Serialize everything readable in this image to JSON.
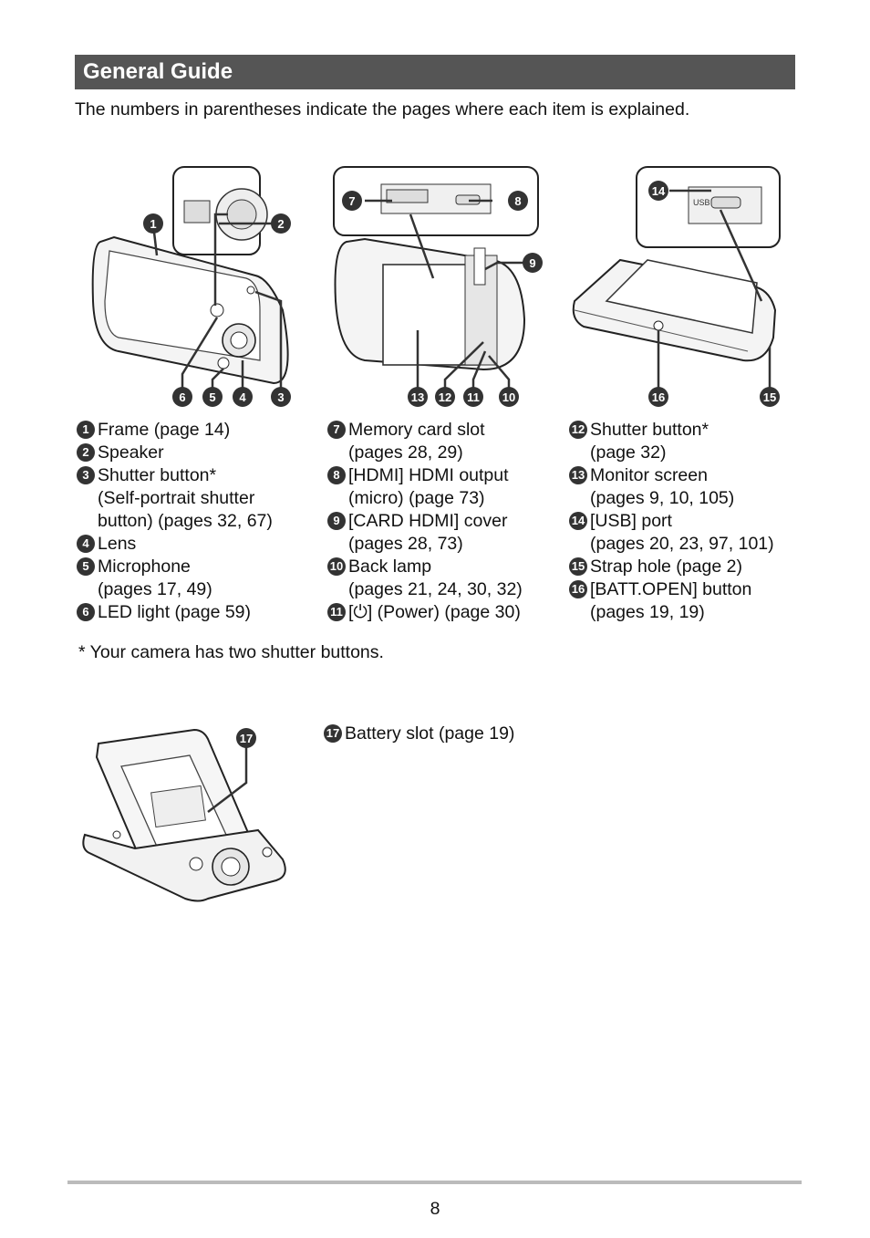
{
  "header": {
    "title": "General Guide"
  },
  "intro": "The numbers in parentheses indicate the pages where each item is explained.",
  "callouts": {
    "fig1": [
      "1",
      "2",
      "6",
      "5",
      "4",
      "3"
    ],
    "fig2": [
      "7",
      "8",
      "9",
      "13",
      "12",
      "11",
      "10"
    ],
    "fig3": [
      "14",
      "16",
      "15"
    ],
    "fig4": [
      "17"
    ]
  },
  "columns": [
    {
      "items": [
        {
          "num": "1",
          "text": "Frame (page 14)"
        },
        {
          "num": "2",
          "text": "Speaker"
        },
        {
          "num": "3",
          "text": "Shutter button*\n(Self-portrait shutter\nbutton) (pages 32, 67)"
        },
        {
          "num": "4",
          "text": "Lens"
        },
        {
          "num": "5",
          "text": "Microphone\n(pages 17, 49)"
        },
        {
          "num": "6",
          "text": "LED light (page 59)"
        }
      ]
    },
    {
      "items": [
        {
          "num": "7",
          "text": "Memory card slot\n(pages 28, 29)"
        },
        {
          "num": "8",
          "text": "[HDMI] HDMI output\n(micro) (page 73)"
        },
        {
          "num": "9",
          "text": "[CARD HDMI] cover\n(pages 28, 73)"
        },
        {
          "num": "10",
          "text": "Back lamp\n(pages 21, 24, 30, 32)"
        },
        {
          "num": "11",
          "text": "[⏻] (Power) (page 30)"
        }
      ]
    },
    {
      "items": [
        {
          "num": "12",
          "text": "Shutter button*\n(page 32)"
        },
        {
          "num": "13",
          "text": "Monitor screen\n(pages 9, 10, 105)"
        },
        {
          "num": "14",
          "text": "[USB] port\n(pages 20, 23, 97, 101)"
        },
        {
          "num": "15",
          "text": "Strap hole (page 2)"
        },
        {
          "num": "16",
          "text": "[BATT.OPEN] button\n(pages 19, 19)"
        }
      ]
    }
  ],
  "footnote": "* Your camera has two shutter buttons.",
  "battery": {
    "num": "17",
    "text": "Battery slot (page 19)"
  },
  "fig_labels": {
    "usb": "USB"
  },
  "page_number": "8"
}
